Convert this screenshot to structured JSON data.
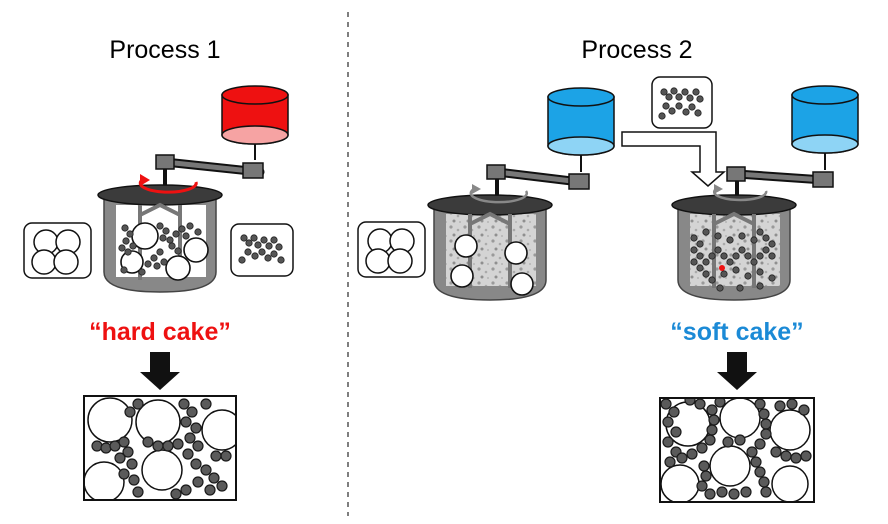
{
  "process1": {
    "title": "Process 1",
    "result_label": "“hard cake”",
    "result_color": "#ee1111",
    "tank_color": "#ee1111",
    "tank_top_color": "#f6a3a3"
  },
  "process2": {
    "title": "Process 2",
    "result_label": "“soft cake”",
    "result_color": "#1b8ad6",
    "tank_color": "#1ca3e6",
    "tank_top_color": "#8ed4f5"
  },
  "colors": {
    "divider": "#555555",
    "particle": "#555555",
    "rotation_arrow_p1": "#ee1111",
    "rotation_arrow_p2": "#888888"
  }
}
